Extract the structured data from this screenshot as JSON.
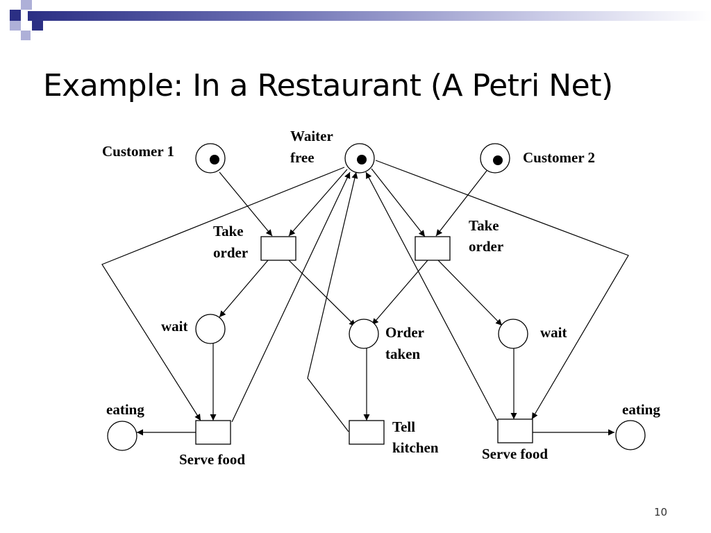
{
  "slide": {
    "title": "Example: In a Restaurant (A Petri Net)",
    "page_number": "10",
    "colors": {
      "deco_navy": "#2b2f84",
      "deco_light": "#aeb0d8"
    }
  },
  "diagram": {
    "places": {
      "customer_1": {
        "label": "Customer 1",
        "tokens": 1
      },
      "waiter_free": {
        "label_lines": [
          "Waiter",
          "free"
        ],
        "tokens": 1
      },
      "customer_2": {
        "label": "Customer 2",
        "tokens": 1
      },
      "wait_left": {
        "label": "wait",
        "tokens": 0
      },
      "order_taken": {
        "label_lines": [
          "Order",
          "taken"
        ],
        "tokens": 0
      },
      "wait_right": {
        "label": "wait",
        "tokens": 0
      },
      "eating_left": {
        "label": "eating",
        "tokens": 0
      },
      "eating_right": {
        "label": "eating",
        "tokens": 0
      }
    },
    "transitions": {
      "take_order_left": {
        "label_lines": [
          "Take",
          "order"
        ]
      },
      "take_order_right": {
        "label_lines": [
          "Take",
          "order"
        ]
      },
      "serve_food_left": {
        "label": "Serve food"
      },
      "tell_kitchen": {
        "label_lines": [
          "Tell",
          "kitchen"
        ]
      },
      "serve_food_right": {
        "label": "Serve food"
      }
    }
  }
}
